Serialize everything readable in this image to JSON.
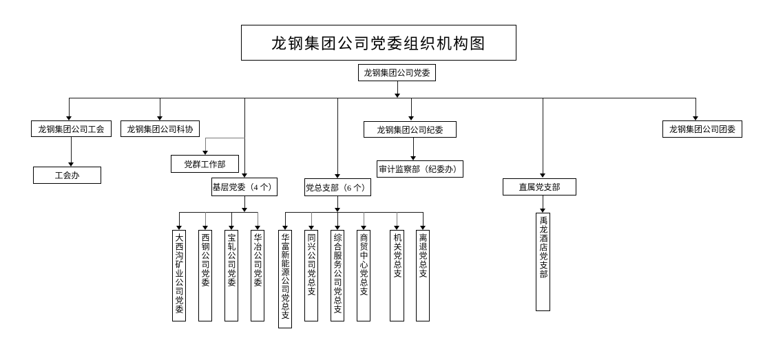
{
  "title": "龙钢集团公司党委组织机构图",
  "root": {
    "label": "龙钢集团公司党委"
  },
  "level2": {
    "gonghui": {
      "label": "龙钢集团公司工会"
    },
    "kexie": {
      "label": "龙钢集团公司科协"
    },
    "jiwei": {
      "label": "龙钢集团公司纪委"
    },
    "tuanwei": {
      "label": "龙钢集团公司团委"
    }
  },
  "departments": {
    "gonghuiban": {
      "label": "工会办"
    },
    "dangqun": {
      "label": "党群工作部"
    },
    "shenji": {
      "label": "审计监察部（纪委办）"
    },
    "jiceng": {
      "label": "基层党委（4 个）"
    },
    "dangzong": {
      "label": "党总支部（6 个）"
    },
    "zhishu": {
      "label": "直属党支部"
    }
  },
  "jiceng_children": [
    {
      "label": "大西沟矿业公司党委"
    },
    {
      "label": "西钢公司党委"
    },
    {
      "label": "宝轧公司党委"
    },
    {
      "label": "华冶公司党委"
    }
  ],
  "dangzong_children": [
    {
      "label": "华富新能源公司党总支"
    },
    {
      "label": "同兴公司党总支"
    },
    {
      "label": "综合服务公司党总支"
    },
    {
      "label": "商贸中心党总支"
    },
    {
      "label": "机关党总支"
    },
    {
      "label": "离退党总支"
    }
  ],
  "zhishu_children": [
    {
      "label": "禹龙酒店党支部"
    }
  ],
  "line_color": "#1a1a1a"
}
